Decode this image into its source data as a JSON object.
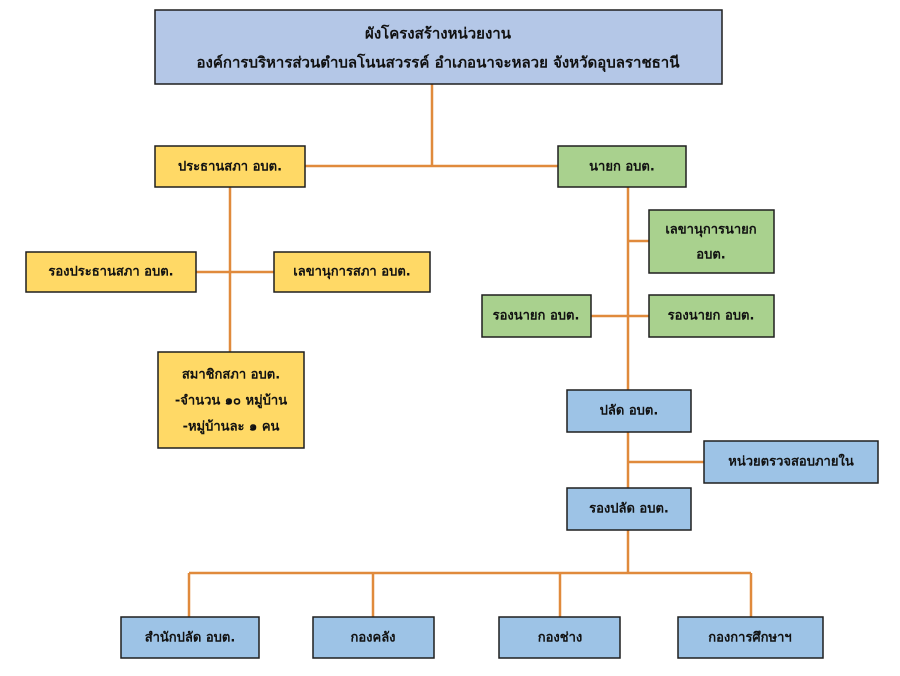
{
  "title": {
    "line1": "ผังโครงสร้างหน่วยงาน",
    "line2": "องค์การบริหารส่วนตำบลโนนสวรรค์ อำเภอนาจะหลวย จังหวัดอุบลราชธานี"
  },
  "council": {
    "president": "ประธานสภา อบต.",
    "vice_president": "รองประธานสภา อบต.",
    "secretary": "เลขานุการสภา อบต.",
    "members_line1": "สมาชิกสภา อบต.",
    "members_line2": "-จำนวน ๑๐ หมู่บ้าน",
    "members_line3": "-หมู่บ้านละ ๑ คน"
  },
  "executive": {
    "mayor": "นายก อบต.",
    "mayor_secretary_line1": "เลขานุการนายก",
    "mayor_secretary_line2": "อบต.",
    "deputy_mayor_left": "รองนายก อบต.",
    "deputy_mayor_right": "รองนายก อบต."
  },
  "administration": {
    "chief": "ปลัด อบต.",
    "internal_audit": "หน่วยตรวจสอบภายใน",
    "deputy_chief": "รองปลัด อบต."
  },
  "divisions": [
    "สำนักปลัด อบต.",
    "กองคลัง",
    "กองช่าง",
    "กองการศึกษาฯ"
  ],
  "colors": {
    "header_fill": "#b4c7e7",
    "admin_fill": "#9dc3e6",
    "council_fill": "#ffd966",
    "executive_fill": "#a9d18e",
    "connector": "#e08a3c"
  }
}
